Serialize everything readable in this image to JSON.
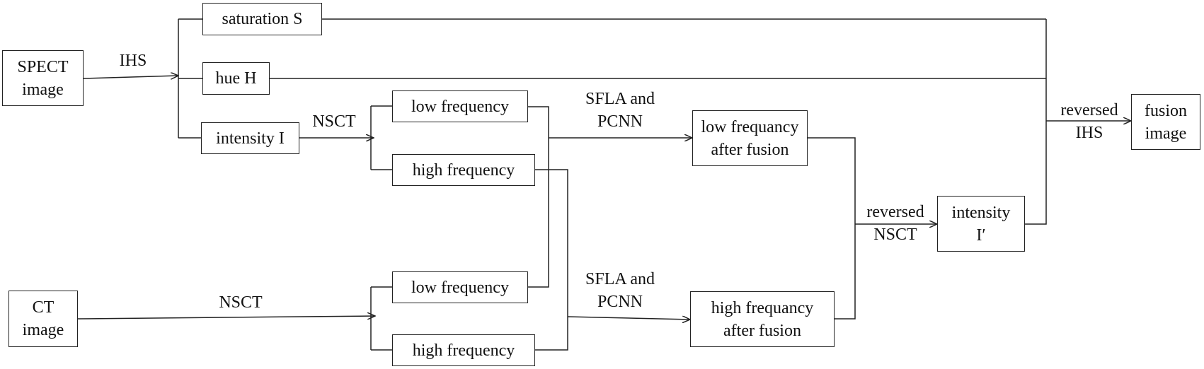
{
  "boxes": {
    "spect": "SPECT\nimage",
    "ct": "CT\nimage",
    "saturation": "saturation S",
    "hue": "hue H",
    "intensity": "intensity I",
    "low1": "low frequency",
    "high1": "high frequency",
    "low2": "low frequency",
    "high2": "high frequency",
    "low_fused": "low frequancy\nafter fusion",
    "high_fused": "high frequancy\nafter fusion",
    "intensity_prime": "intensity\nI′",
    "fusion": "fusion\nimage"
  },
  "labels": {
    "ihs": "IHS",
    "nsct_top": "NSCT",
    "nsct_bottom": "NSCT",
    "sfla_top": "SFLA and\nPCNN",
    "sfla_bottom": "SFLA and\nPCNN",
    "reversed_nsct": "reversed\nNSCT",
    "reversed_ihs": "reversed\nIHS"
  }
}
